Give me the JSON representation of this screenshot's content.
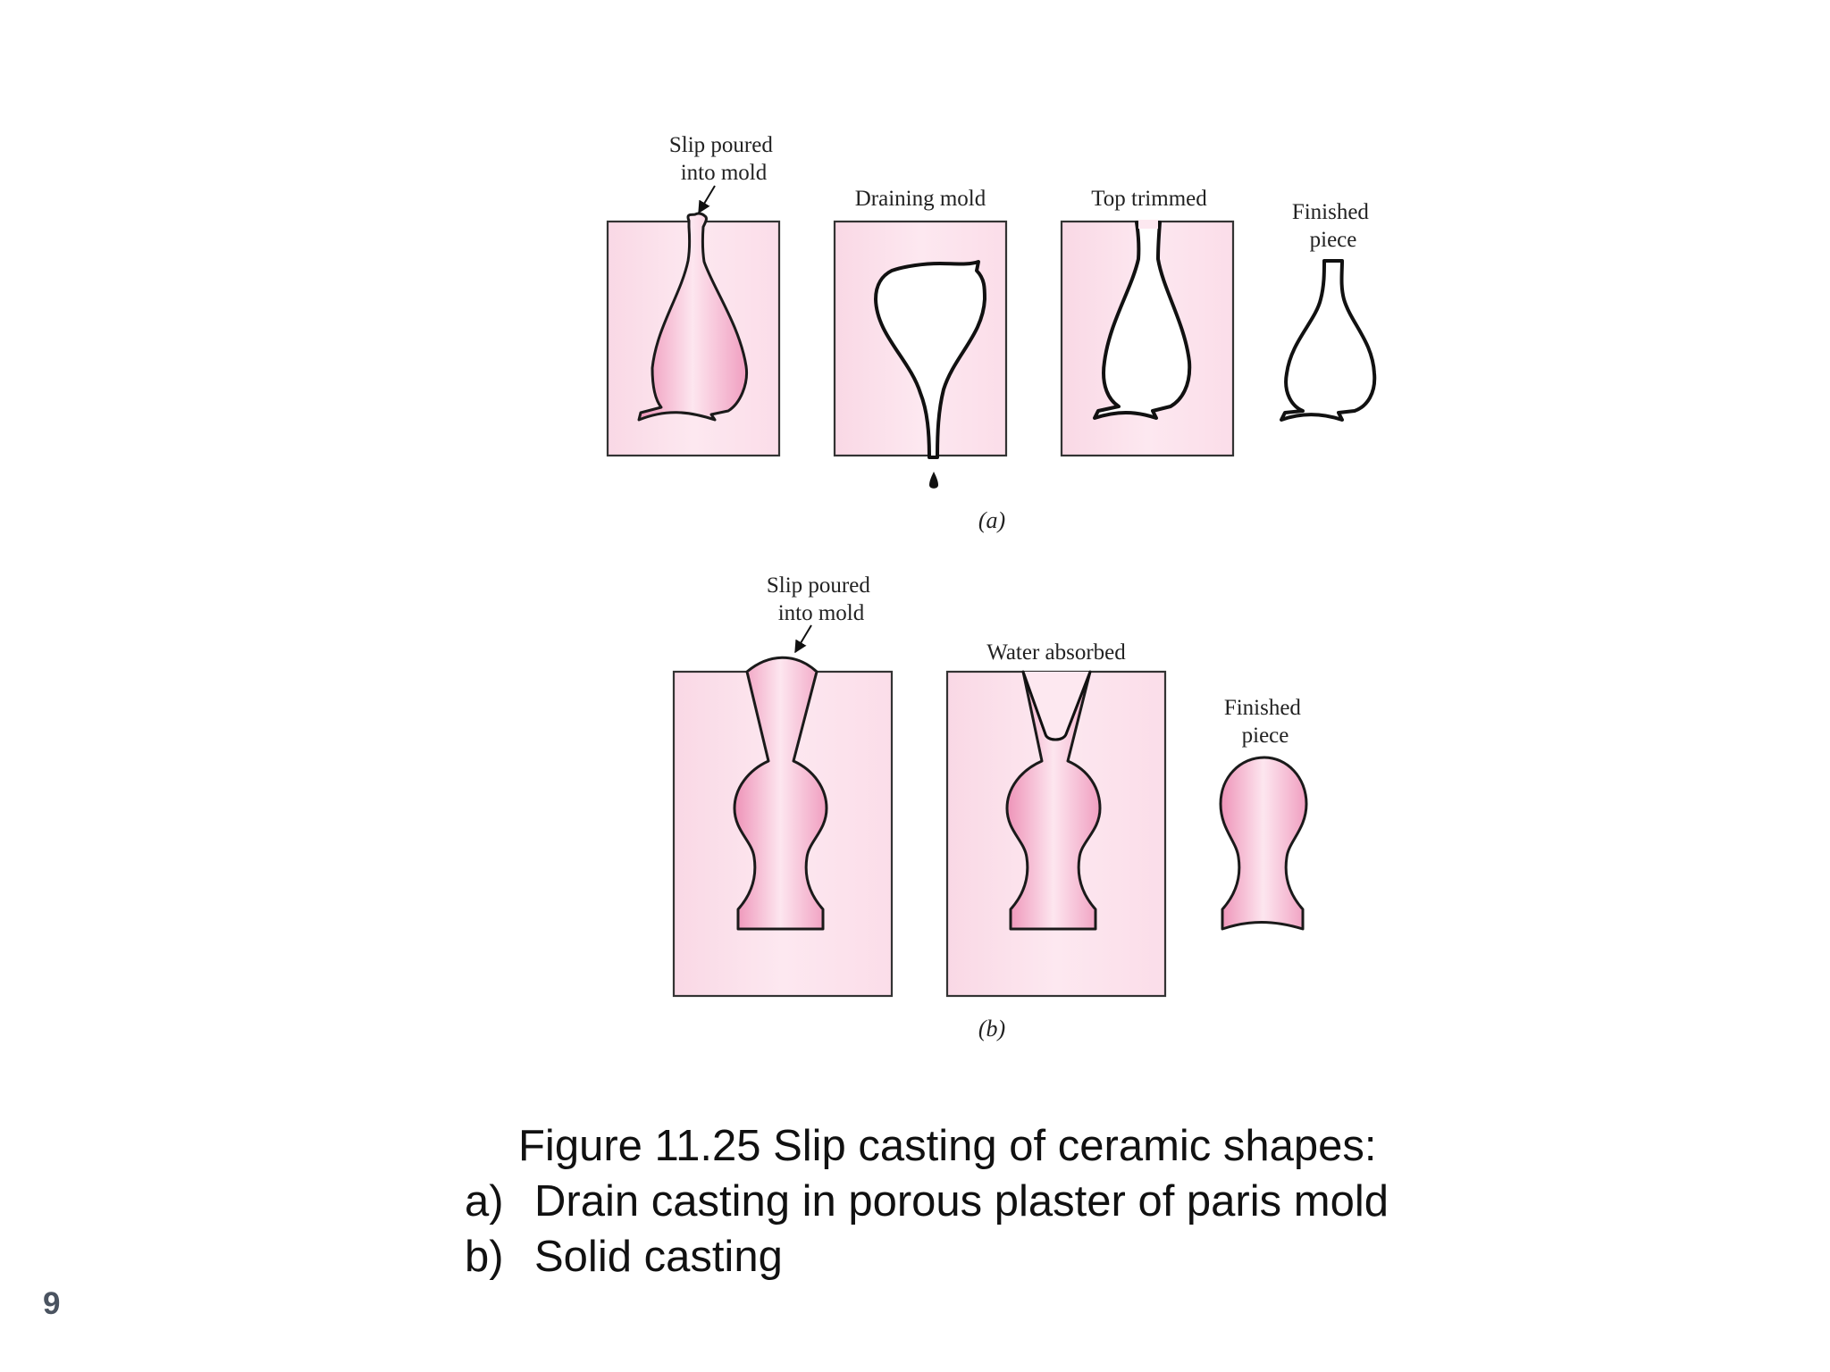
{
  "figure": {
    "panel_a": {
      "label_slip": [
        "Slip poured",
        "into mold"
      ],
      "label_draining": "Draining mold",
      "label_trimmed": "Top trimmed",
      "label_finished": [
        "Finished",
        "piece"
      ],
      "sub_label": "(a)"
    },
    "panel_b": {
      "label_slip": [
        "Slip poured",
        "into mold"
      ],
      "label_water": "Water absorbed",
      "label_finished": [
        "Finished",
        "piece"
      ],
      "sub_label": "(b)"
    }
  },
  "caption": {
    "title": "Figure 11.25 Slip casting of ceramic shapes:",
    "items": [
      {
        "key": "a)",
        "text": "Drain casting in porous plaster of paris mold"
      },
      {
        "key": "b)",
        "text": "Solid casting"
      }
    ]
  },
  "slide_number": "9",
  "colors": {
    "mold": "#fbe1ec",
    "slip": "#f2a6c6",
    "outline": "#111111"
  }
}
